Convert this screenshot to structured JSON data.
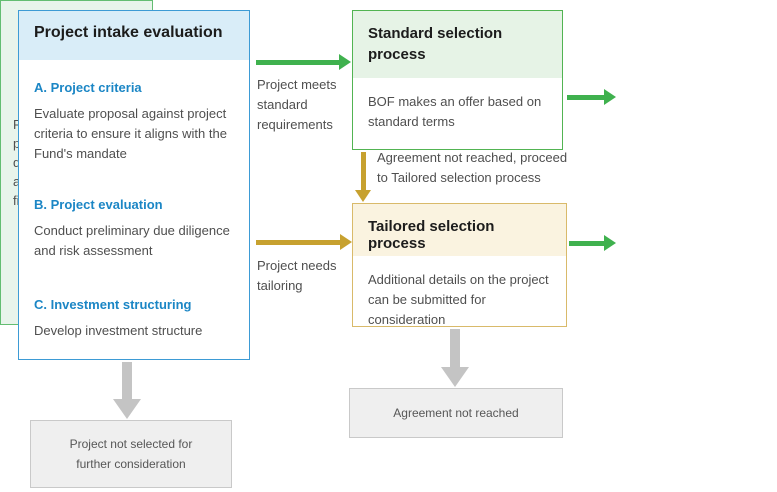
{
  "palette": {
    "blue_border": "#3d9bd5",
    "blue_header_bg": "#d9edf8",
    "blue_heading_text": "#1b86c5",
    "green_border": "#52b452",
    "green_header_bg": "#e6f3e6",
    "final_fill": "#e8f4eb",
    "final_border": "#63bd72",
    "green_arrow": "#3fb14e",
    "gold_border": "#d9ba6a",
    "gold_header_bg": "#faf3e0",
    "gold_arrow": "#c7a12f",
    "gray_fill": "#efefef",
    "gray_border": "#c9c9c9",
    "gray_arrow": "#c4c4c4",
    "body_text": "#4f4f4f",
    "title_text": "#1c1c1c"
  },
  "intake": {
    "title": "Project intake evaluation",
    "sections": [
      {
        "heading": "A. Project criteria",
        "body": "Evaluate proposal against project criteria to ensure it aligns with the Fund's mandate"
      },
      {
        "heading": "B. Project evaluation",
        "body": "Conduct preliminary due diligence and risk assessment"
      },
      {
        "heading": "C. Investment structuring",
        "body": "Develop investment structure"
      }
    ]
  },
  "standard": {
    "title": "Standard selection process",
    "body": "BOF makes an offer based on standard terms"
  },
  "tailored": {
    "title": "Tailored selection process",
    "body": "Additional details on the project can be submitted for consideration"
  },
  "final": {
    "body": "Final close Final project review and due diligence, final approvals, and financial close"
  },
  "labels": {
    "meets_standard": "Project meets standard requirements",
    "needs_tailoring": "Project needs tailoring",
    "agreement_proceed": "Agreement not reached, proceed to Tailored selection process"
  },
  "outcomes": {
    "not_selected": "Project not selected for further consideration",
    "agreement_not_reached": "Agreement not reached"
  }
}
